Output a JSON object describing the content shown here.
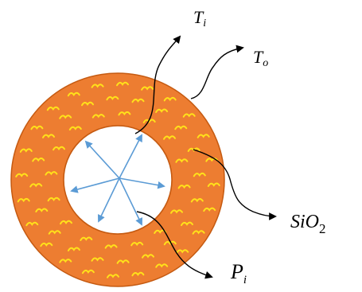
{
  "labels": {
    "ti": {
      "main": "T",
      "sub": "i"
    },
    "to": {
      "main": "T",
      "sub": "o"
    },
    "sio2": {
      "main": "SiO",
      "sub": "2"
    },
    "pi": {
      "main": "P",
      "sub": "i"
    }
  },
  "colors": {
    "ring_fill": "#ed7d31",
    "ring_stroke": "#c55a11",
    "texture": "#ffe11a",
    "pressure_arrows": "#5b9bd5",
    "leader_lines": "#000000",
    "background": "#ffffff"
  }
}
